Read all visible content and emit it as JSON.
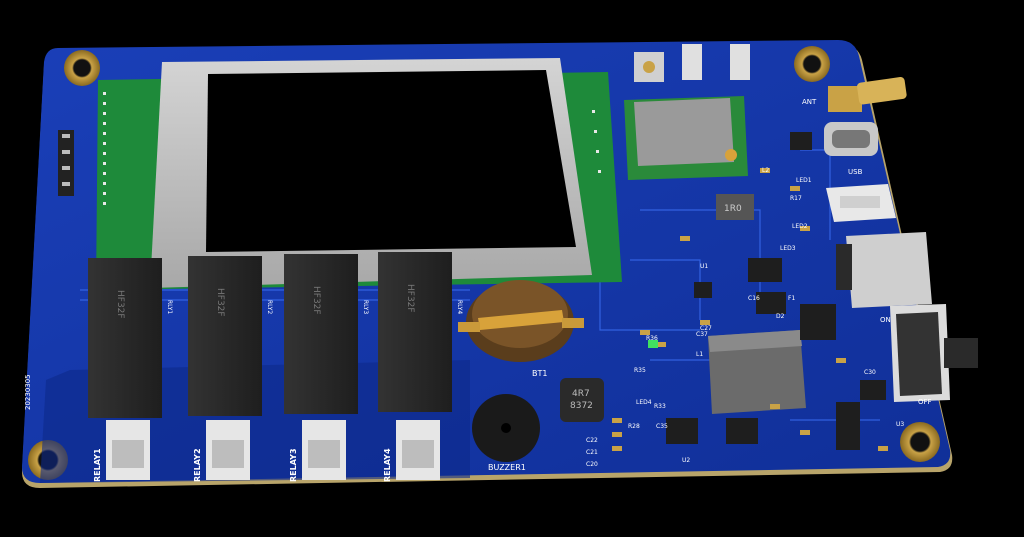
{
  "board": {
    "relays": [
      {
        "part": "HF32F",
        "label": "RELAY1",
        "code": "RLY1"
      },
      {
        "part": "HF32F",
        "label": "RELAY2",
        "code": "RLY2"
      },
      {
        "part": "HF32F",
        "label": "RELAY3",
        "code": "RLY3"
      },
      {
        "part": "HF32F",
        "label": "RELAY4",
        "code": "RLY4"
      }
    ],
    "buzzer_label": "BUZZER1",
    "battery_label": "BT1",
    "inductor_small": {
      "line1": "4R7",
      "line2": "8372"
    },
    "inductor_top": "1R0",
    "antenna_label": "ANT",
    "usb_label": "USB",
    "switch_labels": {
      "on": "ON",
      "off": "OFF"
    },
    "side_code": "20230305",
    "refdes": [
      "C22",
      "C21",
      "C20",
      "R35",
      "R36",
      "LED4",
      "R33",
      "C27",
      "C37",
      "L1",
      "L2",
      "LED1",
      "LED2",
      "LED3",
      "R17",
      "U1",
      "U2",
      "U3",
      "F1",
      "D2",
      "C16",
      "R28",
      "C35",
      "C30"
    ]
  },
  "colors": {
    "background": "#000000",
    "pcb": "#1434a8",
    "silk": "#ffffff",
    "relay": "#2b2b2b",
    "lcd_frame": "#bdbdbd",
    "lcd_pcb": "#1e8a3a",
    "pads": "#c9a246"
  }
}
